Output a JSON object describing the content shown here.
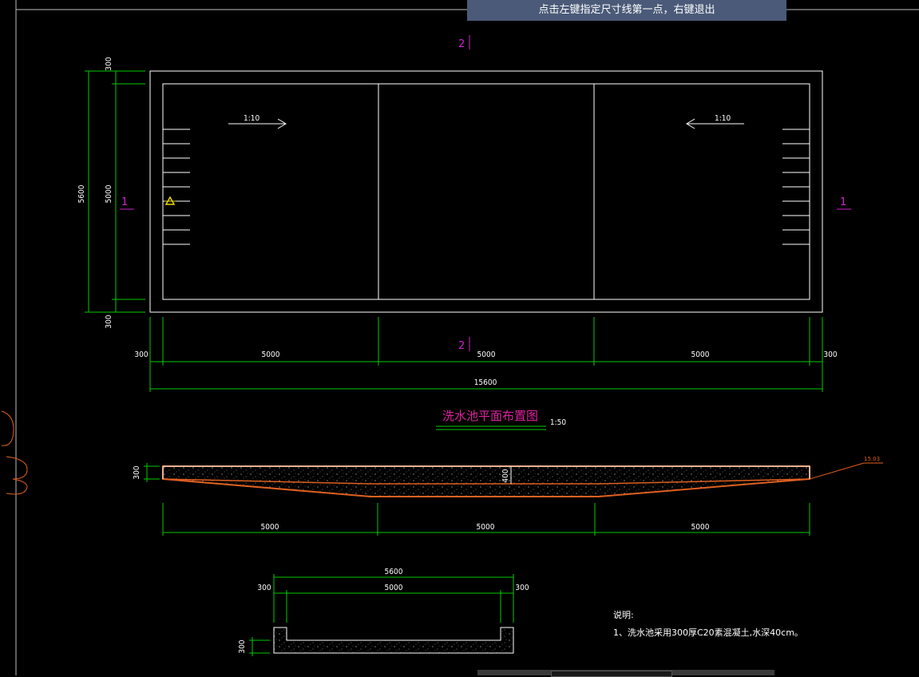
{
  "prompt": "点击左键指定尺寸线第一点，右键退出",
  "plan": {
    "title": "洗水池平面布置图",
    "scale": "1:50",
    "section_mark": "1",
    "section_mark_2": "2",
    "slope_left": "1:10",
    "slope_right": "1:10",
    "dims_left": {
      "total": "5600",
      "inner": "5000",
      "top": "300",
      "bottom": "300"
    },
    "dims_bottom": {
      "left_wall": "300",
      "bay1": "5000",
      "bay2": "5000",
      "bay3": "5000",
      "right_wall": "300",
      "total": "15600"
    }
  },
  "section1": {
    "dim_depth": "400",
    "dim_slab": "300",
    "bay1": "5000",
    "bay2": "5000",
    "bay3": "5000",
    "elevation": "15.03"
  },
  "section2": {
    "total": "5600",
    "inner": "5000",
    "left_wall": "300",
    "right_wall": "300",
    "slab": "300"
  },
  "notes": {
    "heading": "说明:",
    "item1": "1、洗水池采用300厚C20素混凝土,水深40cm。"
  },
  "colors": {
    "dimension": "#00cc00",
    "outline": "#ffffff",
    "section": "#e06020",
    "tag": "#d020d0",
    "prompt_bg": "#4a5a78"
  }
}
